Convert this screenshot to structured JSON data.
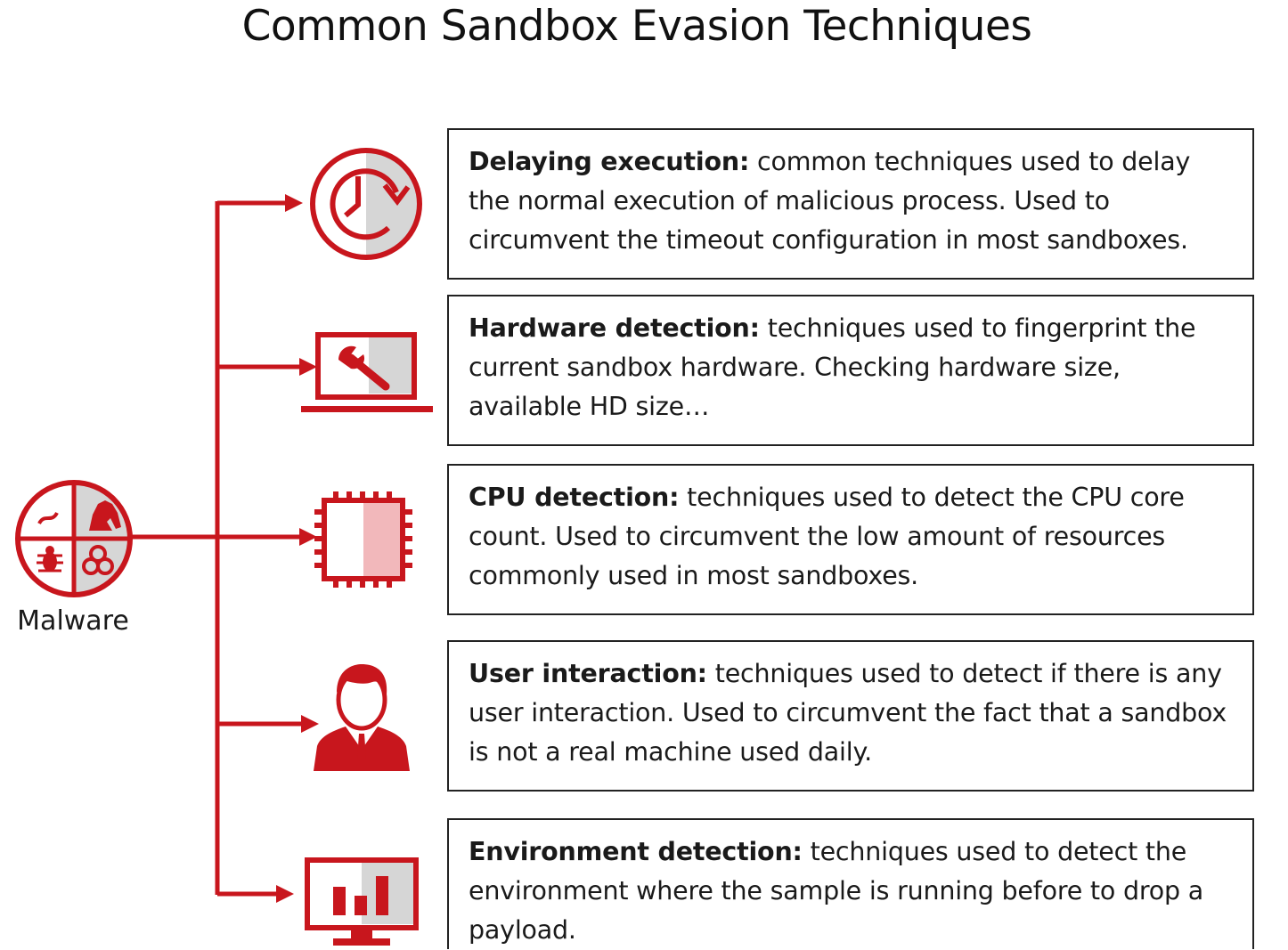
{
  "title": "Common Sandbox Evasion Techniques",
  "malware_label": "Malware",
  "colors": {
    "accent": "#c8161d",
    "shade": "#d6d6d6",
    "cpu_fill": "#f2b8bb",
    "border": "#222222"
  },
  "techniques": [
    {
      "heading": "Delaying execution:",
      "text": " common techniques used to delay the normal execution of malicious process. Used to circumvent the timeout configuration in most sandboxes.",
      "icon": "clock-icon"
    },
    {
      "heading": "Hardware detection:",
      "text": " techniques used to fingerprint the current sandbox hardware. Checking hardware size, available HD size…",
      "icon": "laptop-wrench-icon"
    },
    {
      "heading": "CPU detection:",
      "text": " techniques used to detect the CPU core count. Used to circumvent the low amount of resources commonly used in most sandboxes.",
      "icon": "cpu-chip-icon"
    },
    {
      "heading": "User interaction:",
      "text": " techniques used to detect if there is any user interaction. Used to circumvent the fact that a sandbox is not a real machine used daily.",
      "icon": "user-icon"
    },
    {
      "heading": "Environment detection:",
      "text": " techniques used to detect the environment where the sample is running before to drop a payload.",
      "icon": "monitor-chart-icon"
    }
  ]
}
